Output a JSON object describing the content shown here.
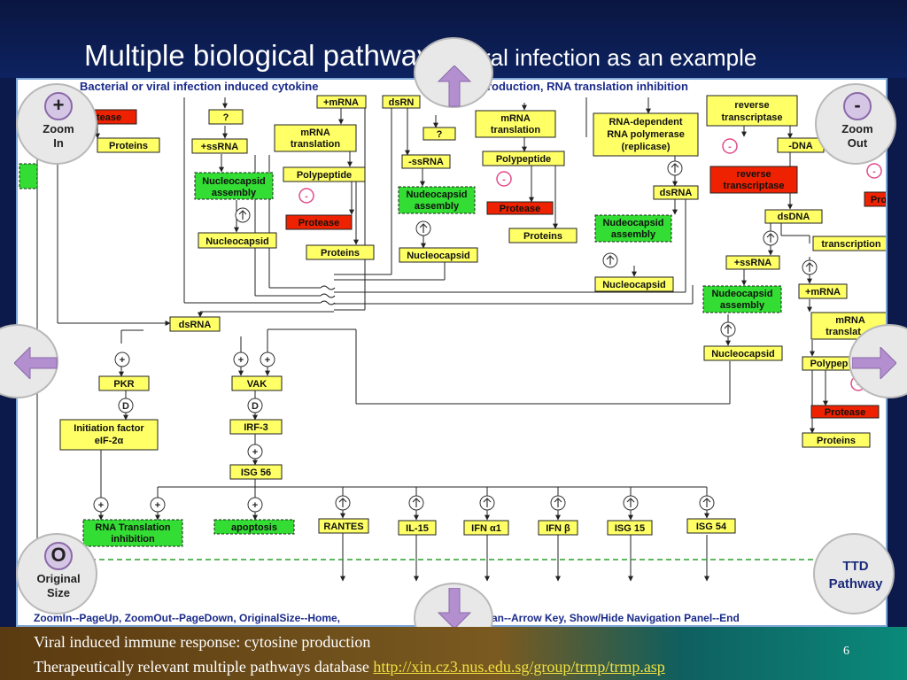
{
  "slide": {
    "title_main": "Multiple biological pathways:",
    "title_sub": "Viral infection as an example",
    "page_number": "6"
  },
  "footer": {
    "line1": "Viral induced immune response: cytosine production",
    "line2_prefix": "Therapeutically relevant multiple pathways database ",
    "link": "http://xin.cz3.nus.edu.sg/group/trmp/trmp.asp"
  },
  "navigation": {
    "zoom_in": {
      "symbol": "+",
      "line1": "Zoom",
      "line2": "In"
    },
    "zoom_out": {
      "symbol": "-",
      "line1": "Zoom",
      "line2": "Out"
    },
    "original_size": {
      "symbol": "O",
      "line1": "Original",
      "line2": "Size"
    },
    "ttd_pathway": {
      "line1": "TTD",
      "line2": "Pathway"
    }
  },
  "diagram": {
    "header_left": "Bacterial or viral infection induced cytokine",
    "header_right": "production, RNA translation inhibition",
    "help_left": "ZoomIn--PageUp, ZoomOut--PageDown, OriginalSize--Home,",
    "help_right": "Pan--Arrow Key, Show/Hide Navigation Panel--End",
    "nodes": {
      "protease_top": "tease",
      "proteins_1": "Proteins",
      "q1": "?",
      "ssrna_plus_1": "+ssRNA",
      "nucleocapsid_assembly_1_a": "Nucleocapsid",
      "nucleocapsid_assembly_1_b": "assembly",
      "nucleocapsid_1": "Nucleocapsid",
      "mrna_plus_1": "+mRNA",
      "mrna_translation_1_a": "mRNA",
      "mrna_translation_1_b": "translation",
      "polypeptide_1": "Polypeptide",
      "protease_1": "Protease",
      "proteins_2": "Proteins",
      "dsrna_top": "dsRN",
      "q2": "?",
      "ssrna_minus": "-ssRNA",
      "nudeocapsid_assembly_2_a": "Nudeocapsid",
      "nudeocapsid_assembly_2_b": "assembly",
      "nucleocapsid_2": "Nucleocapsid",
      "mrna_translation_2_a": "mRNA",
      "mrna_translation_2_b": "translation",
      "polypeptide_2": "Polypeptide",
      "protease_2": "Protease",
      "proteins_3": "Proteins",
      "rdrp_a": "RNA-dependent",
      "rdrp_b": "RNA polymerase",
      "rdrp_c": "(replicase)",
      "dsrna_2": "dsRNA",
      "nudeocapsid_assembly_3_a": "Nudeocapsid",
      "nudeocapsid_assembly_3_b": "assembly",
      "nucleocapsid_3": "Nucleocapsid",
      "reverse_transcriptase_top_a": "reverse",
      "reverse_transcriptase_top_b": "transcriptase",
      "dna_minus": "-DNA",
      "reverse_transcriptase_red_a": "reverse",
      "reverse_transcriptase_red_b": "transcriptase",
      "dsdna": "dsDNA",
      "ssrna_plus_2": "+ssRNA",
      "nudeocapsid_assembly_4_a": "Nudeocapsid",
      "nudeocapsid_assembly_4_b": "assembly",
      "nucleocapsid_4": "Nucleocapsid",
      "transcription": "transcription",
      "mrna_plus_2": "+mRNA",
      "mrna_translation_3_a": "mRNA",
      "mrna_translation_3_b": "translat",
      "polypeptide_3": "Polypep",
      "protease_3": "Protease",
      "proteins_4": "Proteins",
      "protease_edge": "Pro",
      "dsrna_main": "dsRNA",
      "pkr": "PKR",
      "vak": "VAK",
      "initiation_factor_a": "Initiation factor",
      "initiation_factor_b": "eIF-2α",
      "irf3": "IRF-3",
      "isg56": "ISG 56",
      "rna_translation_inhibition_a": "RNA Translation",
      "rna_translation_inhibition_b": "inhibition",
      "apoptosis": "apoptosis",
      "rantes": "RANTES",
      "il15": "IL-15",
      "ifn_a1": "IFN α1",
      "ifn_b": "IFN β",
      "isg15": "ISG 15",
      "isg54": "ISG 54"
    },
    "symbols": {
      "plus": "+",
      "minus": "-",
      "d": "D"
    }
  },
  "colors": {
    "node_yellow": "#ffff66",
    "node_green": "#33dd33",
    "node_red": "#ee2200",
    "nav_purple": "#b38fd0"
  }
}
